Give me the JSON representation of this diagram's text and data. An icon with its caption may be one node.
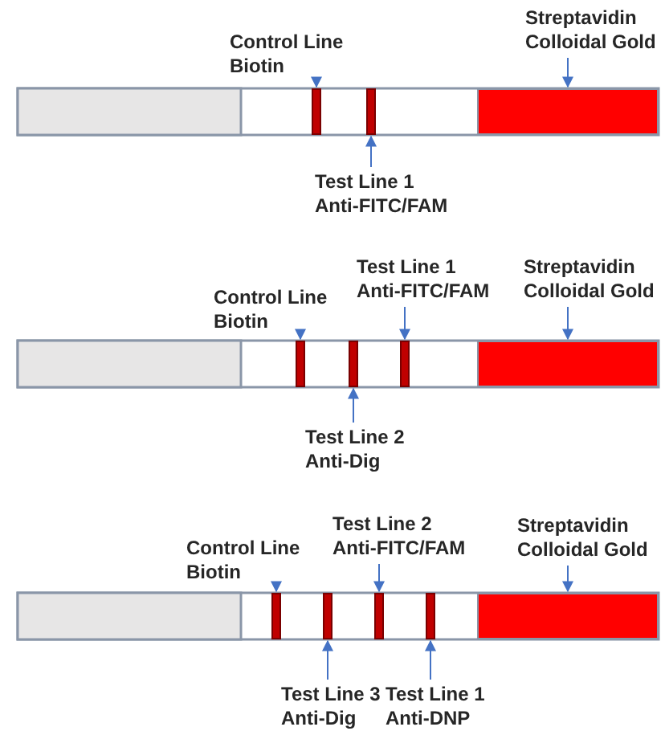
{
  "diagram": {
    "nodes": [
      {
        "text": [],
        "shape": "bar"
      },
      {
        "text": [],
        "shape": "bar"
      },
      {
        "text": [],
        "shape": "box"
      },
      {
        "text": [
          "Control Line",
          "Biotin"
        ]
      },
      {
        "text": [
          "Test Line 1",
          "Anti-FITC/FAM"
        ]
      },
      {
        "text": [
          "Streptavidin",
          "Colloidal Gold"
        ]
      },
      {
        "text": [],
        "shape": "bar"
      },
      {
        "text": [],
        "shape": "bar"
      },
      {
        "text": [],
        "shape": "bar"
      },
      {
        "text": [],
        "shape": "box"
      },
      {
        "text": [
          "Control Line",
          "Biotin"
        ]
      },
      {
        "text": [
          "Test Line 1",
          "Anti-FITC/FAM"
        ]
      },
      {
        "text": [
          "Streptavidin",
          "Colloidal Gold"
        ]
      },
      {
        "text": [
          "Test Line 2",
          "Anti-Dig"
        ]
      },
      {
        "text": [],
        "shape": "bar"
      },
      {
        "text": [],
        "shape": "bar"
      },
      {
        "text": [],
        "shape": "bar"
      },
      {
        "text": [],
        "shape": "bar"
      },
      {
        "text": [],
        "shape": "box"
      },
      {
        "text": [
          "Control Line",
          "Biotin"
        ]
      },
      {
        "text": [
          "Test Line 2",
          "Anti-FITC/FAM"
        ]
      },
      {
        "text": [
          "Streptavidin",
          "Colloidal Gold"
        ]
      },
      {
        "text": [
          "Test Line 3",
          "Anti-Dig"
        ]
      },
      {
        "text": [
          "Test Line 1",
          "Anti-DNP"
        ]
      }
    ],
    "edges": [
      {
        "from": 3,
        "to": 0,
        "arrow": "to"
      },
      {
        "from": 4,
        "to": 1,
        "arrow": "to"
      },
      {
        "from": 5,
        "to": 2,
        "arrow": "to"
      },
      {
        "from": 10,
        "to": 6,
        "arrow": "to"
      },
      {
        "from": 13,
        "to": 7,
        "arrow": "to"
      },
      {
        "from": 11,
        "to": 8,
        "arrow": "to"
      },
      {
        "from": 12,
        "to": 9,
        "arrow": "to"
      },
      {
        "from": 19,
        "to": 14,
        "arrow": "to"
      },
      {
        "from": 22,
        "to": 15,
        "arrow": "to"
      },
      {
        "from": 20,
        "to": 16,
        "arrow": "to"
      },
      {
        "from": 23,
        "to": 17,
        "arrow": "to"
      },
      {
        "from": 21,
        "to": 18,
        "arrow": "to"
      }
    ]
  }
}
